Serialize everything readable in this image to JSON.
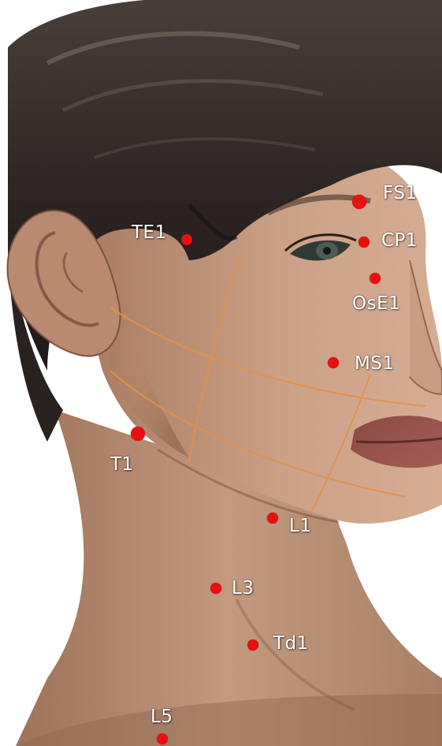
{
  "image": {
    "subject": "head-and-neck-illustration",
    "colors": {
      "marker": "#e81010",
      "label_text": "#ffffff",
      "guide_lines": "#e2914a"
    }
  },
  "points": [
    {
      "id": "FS1",
      "label": "FS1"
    },
    {
      "id": "TE1",
      "label": "TE1"
    },
    {
      "id": "CP1",
      "label": "CP1"
    },
    {
      "id": "OsE1",
      "label": "OsE1"
    },
    {
      "id": "MS1",
      "label": "MS1"
    },
    {
      "id": "T1",
      "label": "T1"
    },
    {
      "id": "L1",
      "label": "L1"
    },
    {
      "id": "L3",
      "label": "L3"
    },
    {
      "id": "Td1",
      "label": "Td1"
    },
    {
      "id": "L5",
      "label": "L5"
    }
  ]
}
